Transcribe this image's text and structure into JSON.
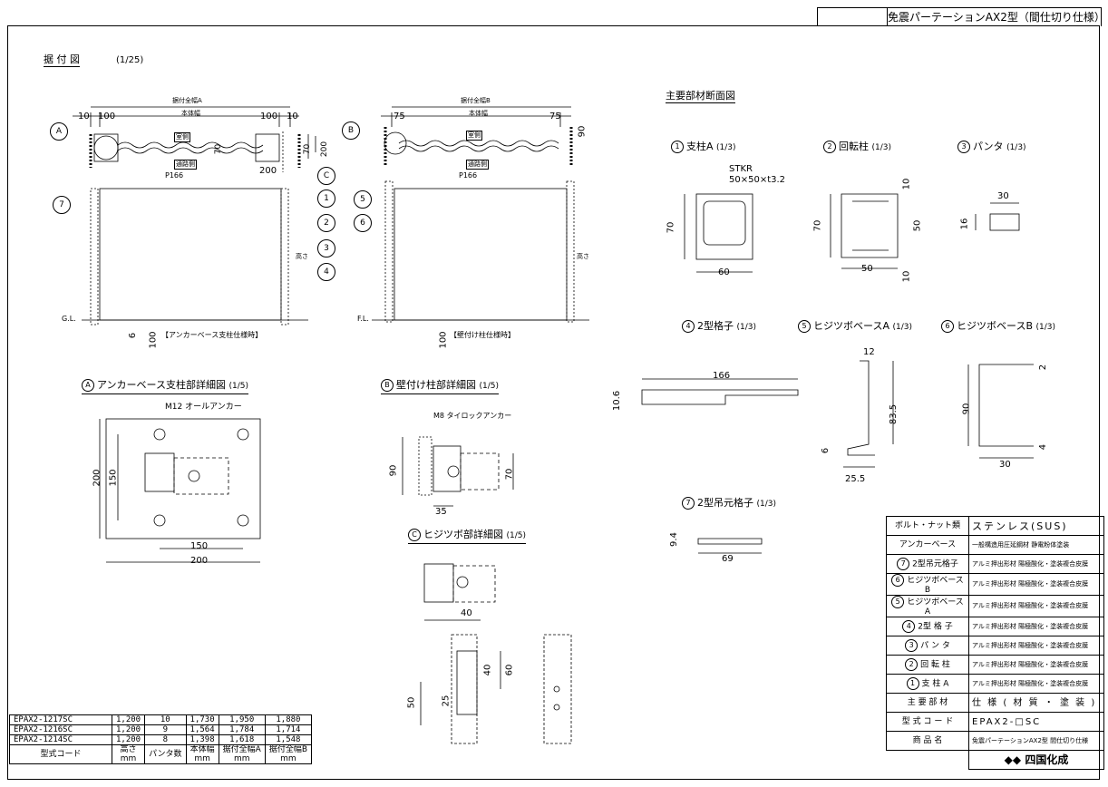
{
  "header": {
    "title": "免震パーテーションAX2型（間仕切り仕様）"
  },
  "drawing": {
    "title": "据 付 図",
    "scale": "(1/25)",
    "wall_label_left": "G.L.",
    "wall_label_right": "F.L.",
    "caption_left": "【アンカーベース支柱仕様時】",
    "caption_right": "【壁付け柱仕様時】",
    "label_width_a": "据付全幅A",
    "label_width_b": "据付全幅B",
    "label_body": "本体幅",
    "label_body_height": "高さ",
    "label_sliding": "室側",
    "label_corridor": "通路側",
    "pitch": "P166",
    "dims_left": [
      "10",
      "100",
      "100",
      "10",
      "70",
      "200",
      "70",
      "200"
    ],
    "dims_right": [
      "75",
      "75",
      "90"
    ],
    "dims_floor": [
      "6",
      "100",
      "100"
    ]
  },
  "sections": {
    "title": "主要部材断面図",
    "s1": {
      "label": "支柱A",
      "scale": "(1/3)",
      "spec1": "STKR",
      "spec2": "50×50×t3.2",
      "w": "60",
      "h": "70"
    },
    "s2": {
      "label": "回転柱",
      "scale": "(1/3)",
      "w": "50",
      "h": "70",
      "h2": "50",
      "t1": "10",
      "t2": "10"
    },
    "s3": {
      "label": "パンタ",
      "scale": "(1/3)",
      "w": "30",
      "h": "16"
    },
    "s4": {
      "label": "2型格子",
      "scale": "(1/3)",
      "w": "166",
      "h": "10.6"
    },
    "s5": {
      "label": "ヒジツボベースA",
      "scale": "(1/3)",
      "w": "25.5",
      "h": "83.5",
      "t": "12",
      "b": "6"
    },
    "s6": {
      "label": "ヒジツボベースB",
      "scale": "(1/3)",
      "w": "30",
      "h": "90",
      "t": "2",
      "b": "4"
    },
    "s7": {
      "label": "2型吊元格子",
      "scale": "(1/3)",
      "w": "69",
      "h": "9.4"
    }
  },
  "details": {
    "a": {
      "label": "アンカーベース支柱部詳細図",
      "scale": "(1/5)",
      "anchor": "M12 オールアンカー",
      "w1": "150",
      "w2": "200",
      "h1": "150",
      "h2": "200"
    },
    "b": {
      "label": "壁付け柱部詳細図",
      "scale": "(1/5)",
      "anchor": "M8 タイロックアンカー",
      "h1": "90",
      "h2": "70",
      "w": "35"
    },
    "c": {
      "label": "ヒジツボ部詳細図",
      "scale": "(1/5)",
      "w": "40",
      "h1": "40",
      "h2": "60",
      "v1": "25",
      "v2": "50"
    }
  },
  "callouts": {
    "A": "A",
    "B": "B",
    "C": "C",
    "n1": "1",
    "n2": "2",
    "n3": "3",
    "n4": "4",
    "n5": "5",
    "n6": "6",
    "n7": "7"
  },
  "dim_table": {
    "rows": [
      [
        "EPAX2-1217SC",
        "1,200",
        "10",
        "1,730",
        "1,950",
        "1,880"
      ],
      [
        "EPAX2-1216SC",
        "1,200",
        "9",
        "1,564",
        "1,784",
        "1,714"
      ],
      [
        "EPAX2-1214SC",
        "1,200",
        "8",
        "1,398",
        "1,618",
        "1,548"
      ]
    ],
    "headers": [
      "型式コード",
      "高さ",
      "パンタ数",
      "本体幅",
      "据付全幅A",
      "据付全幅B"
    ],
    "unit": "mm"
  },
  "spec_table": {
    "rows": [
      {
        "item": "ボルト・ナット類",
        "spec": "ステンレス(SUS)"
      },
      {
        "item": "アンカーベース",
        "spec": "一般構造用圧延鋼材 静電粉体塗装"
      },
      {
        "num": "7",
        "item": "2型吊元格子",
        "spec": "アルミ押出形材 陽極酸化・塗装複合皮膜"
      },
      {
        "num": "6",
        "item": "ヒジツボベースB",
        "spec": "アルミ押出形材 陽極酸化・塗装複合皮膜"
      },
      {
        "num": "5",
        "item": "ヒジツボベースA",
        "spec": "アルミ押出形材 陽極酸化・塗装複合皮膜"
      },
      {
        "num": "4",
        "item": "2型 格 子",
        "spec": "アルミ押出形材 陽極酸化・塗装複合皮膜"
      },
      {
        "num": "3",
        "item": "パ ン タ",
        "spec": "アルミ押出形材 陽極酸化・塗装複合皮膜"
      },
      {
        "num": "2",
        "item": "回 転 柱",
        "spec": "アルミ押出形材 陽極酸化・塗装複合皮膜"
      },
      {
        "num": "1",
        "item": "支 柱 A",
        "spec": "アルミ押出形材 陽極酸化・塗装複合皮膜"
      },
      {
        "item": "主 要 部 材",
        "spec": "仕 様 ( 材 質 ・ 塗 装 )"
      },
      {
        "item": "型 式 コ ー ド",
        "spec": "EPAX2-□SC"
      },
      {
        "item": "商 品 名",
        "spec": "免震パーテーションAX2型 間仕切り仕様"
      }
    ],
    "company": "四国化成"
  }
}
